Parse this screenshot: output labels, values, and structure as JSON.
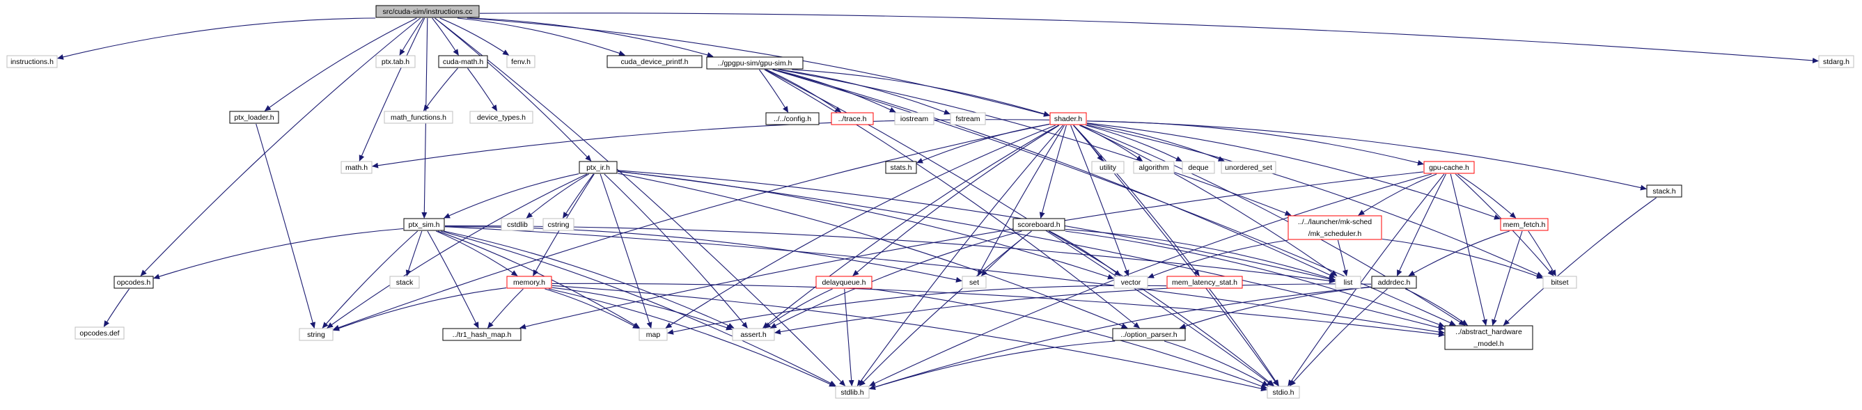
{
  "colors": {
    "edge": "#191970",
    "root_fill": "#bfbfbf",
    "doc_border": "#000000",
    "missing_border": "#bfbfbf",
    "truncated_border": "#ff0000",
    "text": "#000000"
  },
  "nodes": {
    "root": {
      "lines": [
        "src/cuda-sim/instructions.cc"
      ],
      "kind": "root"
    },
    "instructions_h": {
      "lines": [
        "instructions.h"
      ],
      "kind": "missing"
    },
    "opcodes_def": {
      "lines": [
        "opcodes.def"
      ],
      "kind": "missing"
    },
    "opcodes_h": {
      "lines": [
        "opcodes.h"
      ],
      "kind": "doc"
    },
    "ptx_loader_h": {
      "lines": [
        "ptx_loader.h"
      ],
      "kind": "doc"
    },
    "string": {
      "lines": [
        "string"
      ],
      "kind": "missing"
    },
    "math_h": {
      "lines": [
        "math.h"
      ],
      "kind": "missing"
    },
    "ptx_tab_h": {
      "lines": [
        "ptx.tab.h"
      ],
      "kind": "missing"
    },
    "cuda_math_h": {
      "lines": [
        "cuda-math.h"
      ],
      "kind": "doc"
    },
    "math_functions_h": {
      "lines": [
        "math_functions.h"
      ],
      "kind": "missing"
    },
    "device_types_h": {
      "lines": [
        "device_types.h"
      ],
      "kind": "missing"
    },
    "fenv_h": {
      "lines": [
        "fenv.h"
      ],
      "kind": "missing"
    },
    "cuda_device_printf_h": {
      "lines": [
        "cuda_device_printf.h"
      ],
      "kind": "doc"
    },
    "gpu_sim_h": {
      "lines": [
        "../gpgpu-sim/gpu-sim.h"
      ],
      "kind": "doc"
    },
    "stdarg_h": {
      "lines": [
        "stdarg.h"
      ],
      "kind": "missing"
    },
    "shader_h": {
      "lines": [
        "shader.h"
      ],
      "kind": "truncated"
    },
    "config_h": {
      "lines": [
        "../../config.h"
      ],
      "kind": "doc"
    },
    "trace_h": {
      "lines": [
        "../trace.h"
      ],
      "kind": "truncated"
    },
    "iostream": {
      "lines": [
        "iostream"
      ],
      "kind": "missing"
    },
    "fstream": {
      "lines": [
        "fstream"
      ],
      "kind": "missing"
    },
    "ptx_ir_h": {
      "lines": [
        "ptx_ir.h"
      ],
      "kind": "doc"
    },
    "stats_h": {
      "lines": [
        "stats.h"
      ],
      "kind": "doc"
    },
    "utility": {
      "lines": [
        "utility"
      ],
      "kind": "missing"
    },
    "algorithm": {
      "lines": [
        "algorithm"
      ],
      "kind": "missing"
    },
    "deque": {
      "lines": [
        "deque"
      ],
      "kind": "missing"
    },
    "unordered_set": {
      "lines": [
        "unordered_set"
      ],
      "kind": "missing"
    },
    "gpu_cache_h": {
      "lines": [
        "gpu-cache.h"
      ],
      "kind": "truncated"
    },
    "stack_h": {
      "lines": [
        "stack.h"
      ],
      "kind": "doc"
    },
    "ptx_sim_h": {
      "lines": [
        "ptx_sim.h"
      ],
      "kind": "doc"
    },
    "cstdlib": {
      "lines": [
        "cstdlib"
      ],
      "kind": "missing"
    },
    "cstring": {
      "lines": [
        "cstring"
      ],
      "kind": "missing"
    },
    "scoreboard_h": {
      "lines": [
        "scoreboard.h"
      ],
      "kind": "doc"
    },
    "mk_scheduler_h": {
      "lines": [
        "../../launcher/mk-sched",
        "/mk_scheduler.h"
      ],
      "kind": "truncated"
    },
    "mem_fetch_h": {
      "lines": [
        "mem_fetch.h"
      ],
      "kind": "truncated"
    },
    "stack": {
      "lines": [
        "stack"
      ],
      "kind": "missing"
    },
    "memory_h": {
      "lines": [
        "memory.h"
      ],
      "kind": "truncated"
    },
    "delayqueue_h": {
      "lines": [
        "delayqueue.h"
      ],
      "kind": "truncated"
    },
    "set": {
      "lines": [
        "set"
      ],
      "kind": "missing"
    },
    "vector": {
      "lines": [
        "vector"
      ],
      "kind": "missing"
    },
    "mem_latency_stat_h": {
      "lines": [
        "mem_latency_stat.h"
      ],
      "kind": "truncated"
    },
    "list": {
      "lines": [
        "list"
      ],
      "kind": "missing"
    },
    "addrdec_h": {
      "lines": [
        "addrdec.h"
      ],
      "kind": "doc"
    },
    "bitset": {
      "lines": [
        "bitset"
      ],
      "kind": "missing"
    },
    "tr1_hash_map_h": {
      "lines": [
        "../tr1_hash_map.h"
      ],
      "kind": "doc"
    },
    "map": {
      "lines": [
        "map"
      ],
      "kind": "missing"
    },
    "assert_h": {
      "lines": [
        "assert.h"
      ],
      "kind": "missing"
    },
    "option_parser_h": {
      "lines": [
        "../option_parser.h"
      ],
      "kind": "doc"
    },
    "abstract_hardware_model_h": {
      "lines": [
        "../abstract_hardware",
        "_model.h"
      ],
      "kind": "doc"
    },
    "stdlib_h": {
      "lines": [
        "stdlib.h"
      ],
      "kind": "missing"
    },
    "stdio_h": {
      "lines": [
        "stdio.h"
      ],
      "kind": "missing"
    }
  },
  "edges": [
    [
      "root",
      "instructions_h"
    ],
    [
      "root",
      "opcodes_h"
    ],
    [
      "root",
      "ptx_loader_h"
    ],
    [
      "root",
      "math_h"
    ],
    [
      "root",
      "ptx_tab_h"
    ],
    [
      "root",
      "cuda_math_h"
    ],
    [
      "root",
      "fenv_h"
    ],
    [
      "root",
      "cuda_device_printf_h"
    ],
    [
      "root",
      "gpu_sim_h"
    ],
    [
      "root",
      "stdarg_h"
    ],
    [
      "root",
      "shader_h"
    ],
    [
      "root",
      "ptx_ir_h"
    ],
    [
      "root",
      "ptx_sim_h"
    ],
    [
      "root",
      "stdlib_h"
    ],
    [
      "opcodes_h",
      "opcodes_def"
    ],
    [
      "ptx_loader_h",
      "string"
    ],
    [
      "cuda_math_h",
      "math_functions_h"
    ],
    [
      "cuda_math_h",
      "device_types_h"
    ],
    [
      "gpu_sim_h",
      "shader_h"
    ],
    [
      "gpu_sim_h",
      "config_h"
    ],
    [
      "gpu_sim_h",
      "trace_h"
    ],
    [
      "gpu_sim_h",
      "iostream"
    ],
    [
      "gpu_sim_h",
      "fstream"
    ],
    [
      "gpu_sim_h",
      "list"
    ],
    [
      "gpu_sim_h",
      "mk_scheduler_h"
    ],
    [
      "gpu_sim_h",
      "abstract_hardware_model_h"
    ],
    [
      "gpu_sim_h",
      "option_parser_h"
    ],
    [
      "gpu_sim_h",
      "stdio_h"
    ],
    [
      "shader_h",
      "math_h"
    ],
    [
      "shader_h",
      "stats_h"
    ],
    [
      "shader_h",
      "utility"
    ],
    [
      "shader_h",
      "algorithm"
    ],
    [
      "shader_h",
      "deque"
    ],
    [
      "shader_h",
      "unordered_set"
    ],
    [
      "shader_h",
      "gpu_cache_h"
    ],
    [
      "shader_h",
      "stack_h"
    ],
    [
      "shader_h",
      "scoreboard_h"
    ],
    [
      "shader_h",
      "mem_fetch_h"
    ],
    [
      "shader_h",
      "delayqueue_h"
    ],
    [
      "shader_h",
      "set"
    ],
    [
      "shader_h",
      "vector"
    ],
    [
      "shader_h",
      "mem_latency_stat_h"
    ],
    [
      "shader_h",
      "list"
    ],
    [
      "shader_h",
      "bitset"
    ],
    [
      "shader_h",
      "map"
    ],
    [
      "shader_h",
      "assert_h"
    ],
    [
      "shader_h",
      "abstract_hardware_model_h"
    ],
    [
      "shader_h",
      "stdlib_h"
    ],
    [
      "shader_h",
      "stdio_h"
    ],
    [
      "shader_h",
      "string"
    ],
    [
      "ptx_ir_h",
      "ptx_sim_h"
    ],
    [
      "ptx_ir_h",
      "cstdlib"
    ],
    [
      "ptx_ir_h",
      "cstring"
    ],
    [
      "ptx_ir_h",
      "memory_h"
    ],
    [
      "ptx_ir_h",
      "string"
    ],
    [
      "ptx_ir_h",
      "map"
    ],
    [
      "ptx_ir_h",
      "assert_h"
    ],
    [
      "ptx_ir_h",
      "list"
    ],
    [
      "ptx_ir_h",
      "vector"
    ],
    [
      "ptx_ir_h",
      "option_parser_h"
    ],
    [
      "ptx_ir_h",
      "abstract_hardware_model_h"
    ],
    [
      "ptx_sim_h",
      "opcodes_h"
    ],
    [
      "ptx_sim_h",
      "stack"
    ],
    [
      "ptx_sim_h",
      "memory_h"
    ],
    [
      "ptx_sim_h",
      "string"
    ],
    [
      "ptx_sim_h",
      "tr1_hash_map_h"
    ],
    [
      "ptx_sim_h",
      "map"
    ],
    [
      "ptx_sim_h",
      "assert_h"
    ],
    [
      "ptx_sim_h",
      "set"
    ],
    [
      "ptx_sim_h",
      "list"
    ],
    [
      "ptx_sim_h",
      "stdlib_h"
    ],
    [
      "ptx_sim_h",
      "abstract_hardware_model_h"
    ],
    [
      "gpu_cache_h",
      "mk_scheduler_h"
    ],
    [
      "gpu_cache_h",
      "mem_fetch_h"
    ],
    [
      "gpu_cache_h",
      "addrdec_h"
    ],
    [
      "gpu_cache_h",
      "bitset"
    ],
    [
      "gpu_cache_h",
      "abstract_hardware_model_h"
    ],
    [
      "gpu_cache_h",
      "stdlib_h"
    ],
    [
      "gpu_cache_h",
      "stdio_h"
    ],
    [
      "gpu_cache_h",
      "tr1_hash_map_h"
    ],
    [
      "mk_scheduler_h",
      "vector"
    ],
    [
      "mk_scheduler_h",
      "list"
    ],
    [
      "mk_scheduler_h",
      "bitset"
    ],
    [
      "mem_fetch_h",
      "addrdec_h"
    ],
    [
      "mem_fetch_h",
      "bitset"
    ],
    [
      "mem_fetch_h",
      "abstract_hardware_model_h"
    ],
    [
      "stack_h",
      "abstract_hardware_model_h"
    ],
    [
      "scoreboard_h",
      "set"
    ],
    [
      "scoreboard_h",
      "vector"
    ],
    [
      "scoreboard_h",
      "list"
    ],
    [
      "scoreboard_h",
      "assert_h"
    ],
    [
      "scoreboard_h",
      "stdlib_h"
    ],
    [
      "scoreboard_h",
      "stdio_h"
    ],
    [
      "scoreboard_h",
      "abstract_hardware_model_h"
    ],
    [
      "memory_h",
      "string"
    ],
    [
      "memory_h",
      "tr1_hash_map_h"
    ],
    [
      "memory_h",
      "map"
    ],
    [
      "memory_h",
      "assert_h"
    ],
    [
      "memory_h",
      "stdlib_h"
    ],
    [
      "memory_h",
      "stdio_h"
    ],
    [
      "memory_h",
      "abstract_hardware_model_h"
    ],
    [
      "delayqueue_h",
      "assert_h"
    ],
    [
      "delayqueue_h",
      "stdlib_h"
    ],
    [
      "delayqueue_h",
      "stdio_h"
    ],
    [
      "mem_latency_stat_h",
      "map"
    ],
    [
      "mem_latency_stat_h",
      "stdio_h"
    ],
    [
      "addrdec_h",
      "abstract_hardware_model_h"
    ],
    [
      "addrdec_h",
      "option_parser_h"
    ],
    [
      "addrdec_h",
      "assert_h"
    ],
    [
      "addrdec_h",
      "stdio_h"
    ],
    [
      "addrdec_h",
      "stdlib_h"
    ],
    [
      "option_parser_h",
      "stdio_h"
    ],
    [
      "option_parser_h",
      "stdlib_h"
    ]
  ]
}
